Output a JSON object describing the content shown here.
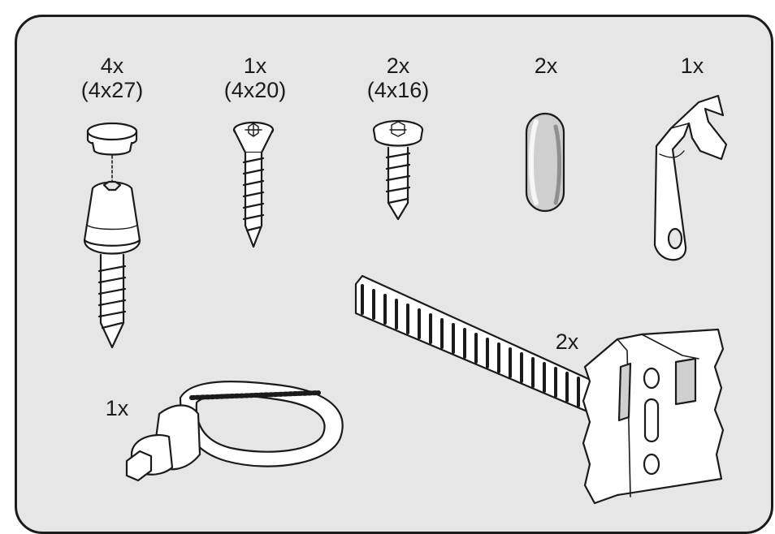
{
  "parts": [
    {
      "id": "cap-screw",
      "name": "Cap and screw with plug",
      "quantity": "4x",
      "size": "(4x27)"
    },
    {
      "id": "countersunk-screw",
      "name": "Countersunk screw",
      "quantity": "1x",
      "size": "(4x20)"
    },
    {
      "id": "washer-head-screw",
      "name": "Washer head screw",
      "quantity": "2x",
      "size": "(4x16)"
    },
    {
      "id": "oval-pad",
      "name": "Oval pad",
      "quantity": "2x",
      "size": ""
    },
    {
      "id": "hook-bracket",
      "name": "Hook bracket",
      "quantity": "1x",
      "size": ""
    },
    {
      "id": "rack-bracket",
      "name": "Toothed rack with mounting bracket",
      "quantity": "2x",
      "size": ""
    },
    {
      "id": "hose-clamp",
      "name": "Hose clamp",
      "quantity": "1x",
      "size": ""
    }
  ],
  "colors": {
    "panel": "#e6e6e7",
    "stroke": "#1b1b1b",
    "part_fill": "#ffffff",
    "shade": "#b8b8b8"
  }
}
